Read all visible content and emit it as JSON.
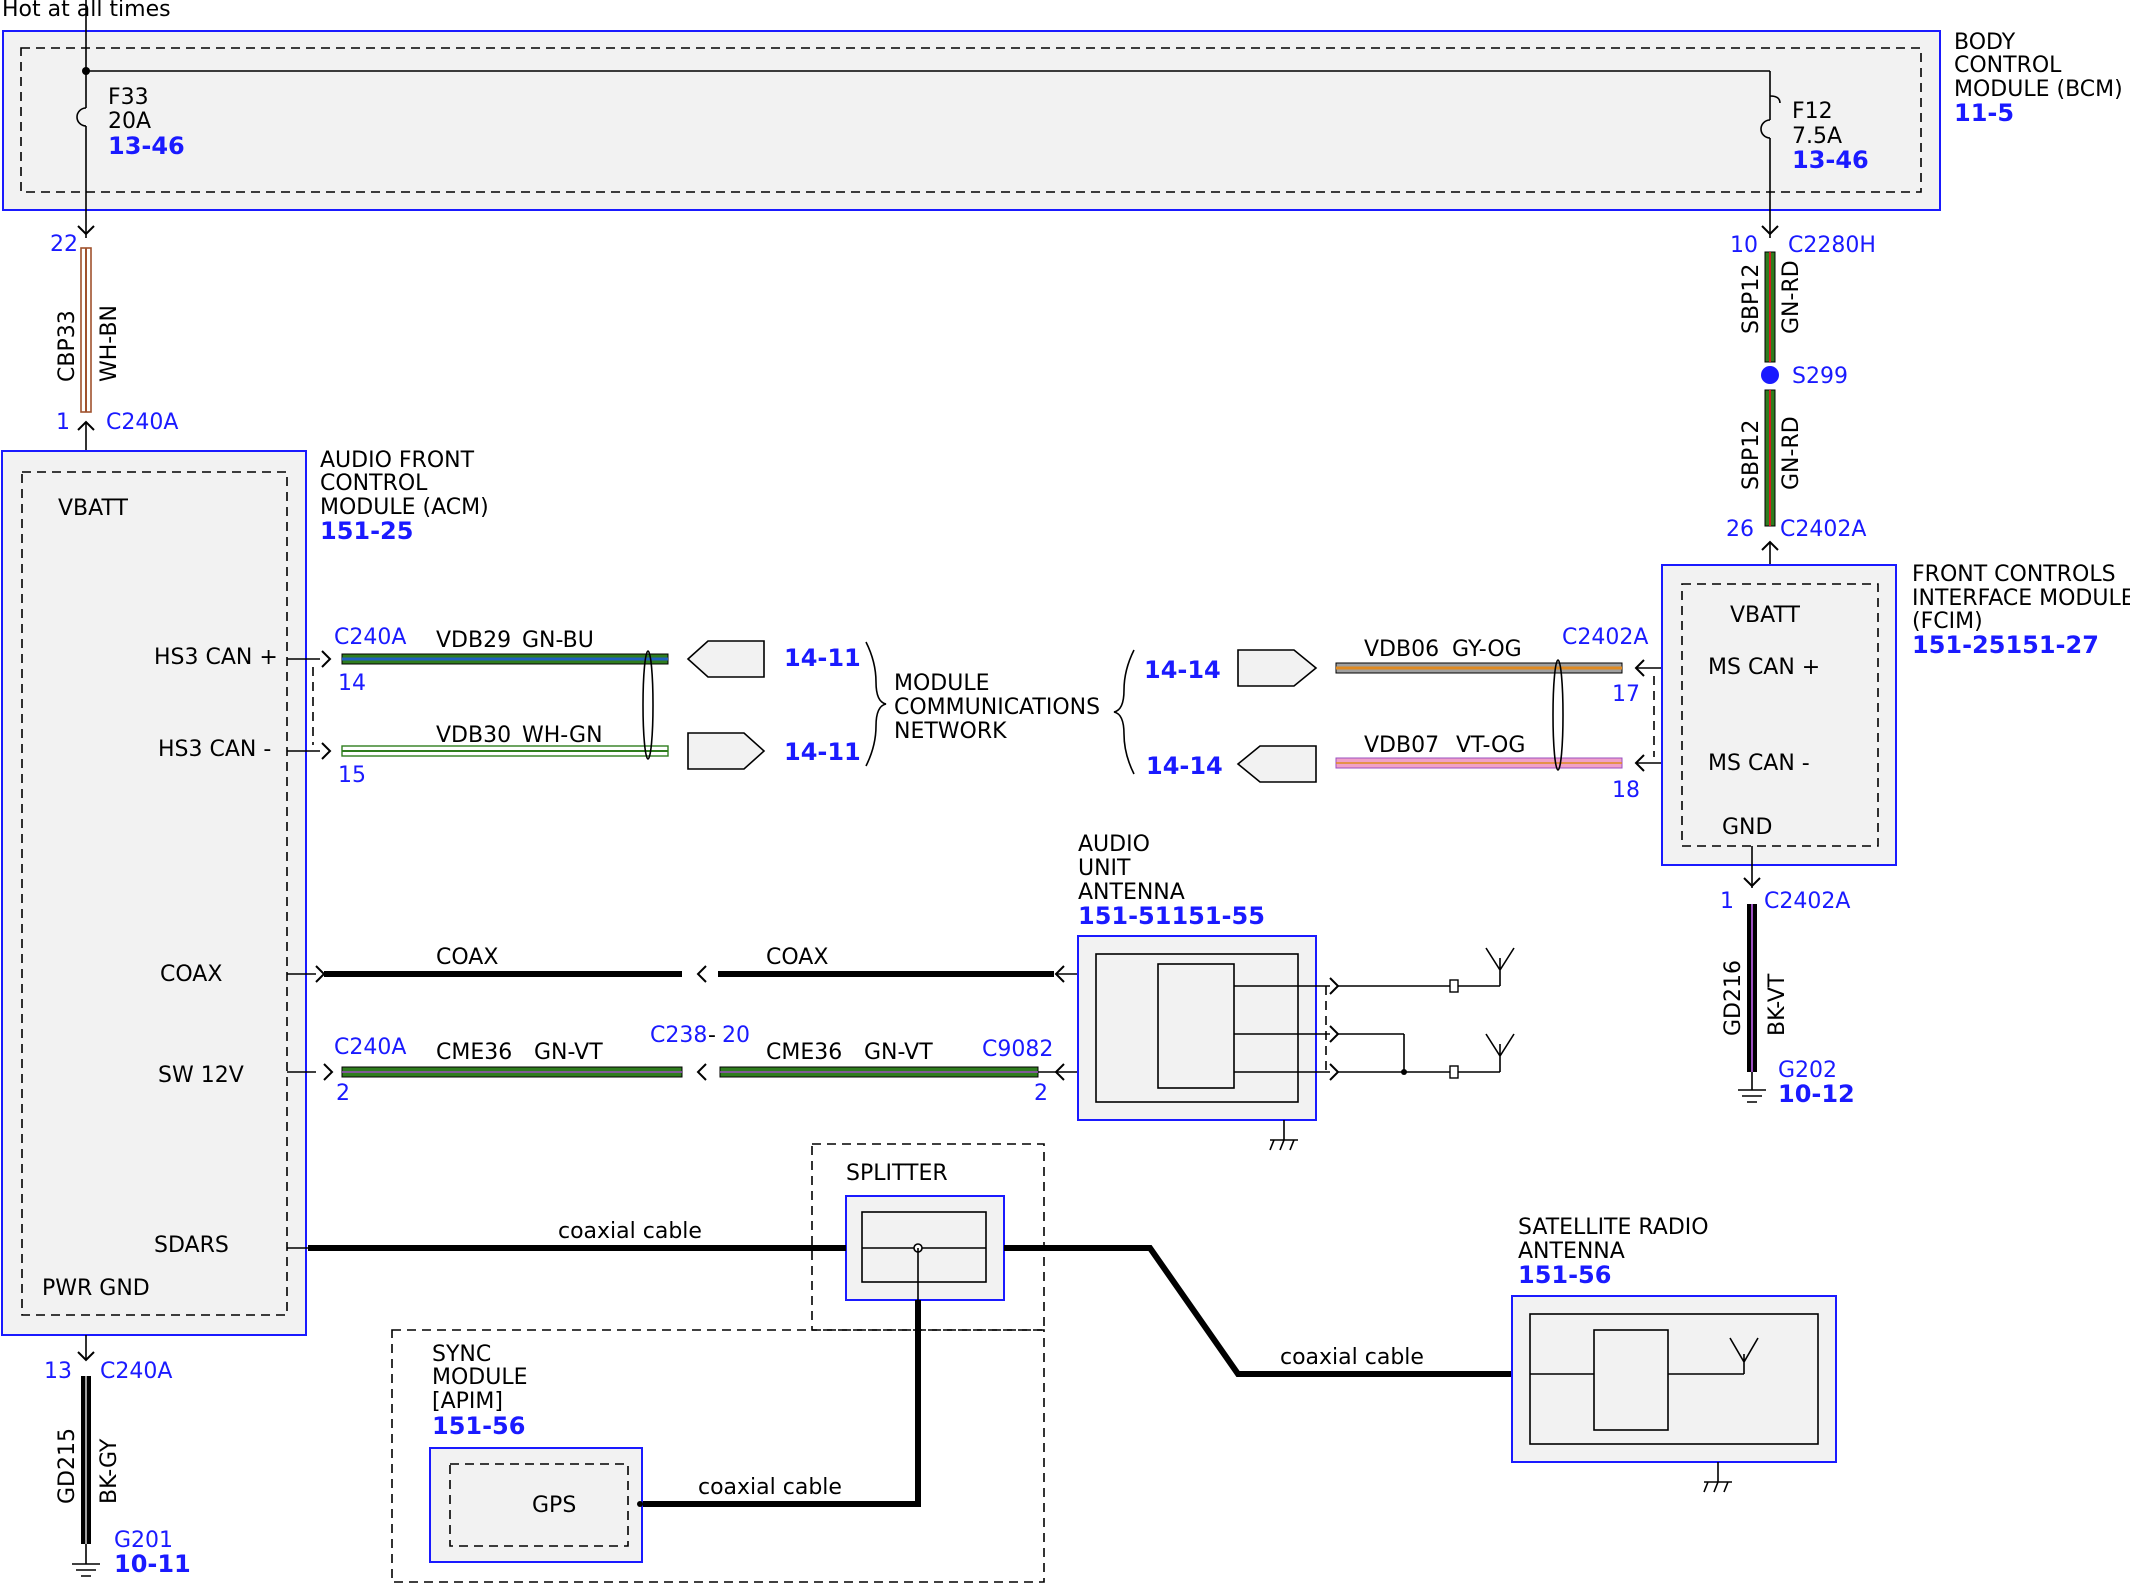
{
  "header": {
    "hot_label": "Hot at all times"
  },
  "bcm": {
    "title_lines": [
      "BODY",
      "CONTROL",
      "MODULE (BCM)"
    ],
    "ref": "11-5",
    "fuse_f33": {
      "name": "F33",
      "rating": "20A",
      "ref": "13-46"
    },
    "fuse_f12": {
      "name": "F12",
      "rating": "7.5A",
      "ref": "13-46"
    }
  },
  "acm": {
    "title_lines": [
      "AUDIO FRONT",
      "CONTROL",
      "MODULE (ACM)"
    ],
    "ref": "151-25",
    "pins": {
      "vbatt": "VBATT",
      "hs3_can_plus": "HS3 CAN +",
      "hs3_can_minus": "HS3 CAN -",
      "coax": "COAX",
      "sw12v": "SW 12V",
      "sdars": "SDARS",
      "pwr_gnd": "PWR GND"
    }
  },
  "fcim": {
    "title_lines": [
      "FRONT CONTROLS",
      "INTERFACE MODULE",
      "(FCIM)"
    ],
    "ref": "151-25151-27",
    "pins": {
      "vbatt": "VBATT",
      "ms_can_plus": "MS CAN +",
      "ms_can_minus": "MS CAN -",
      "gnd": "GND"
    }
  },
  "wires": {
    "cbp33": {
      "circuit": "CBP33",
      "color": "WH-BN",
      "pin_top": "22",
      "pin_bottom": "1",
      "connector": "C240A"
    },
    "sbp12_upper": {
      "circuit": "SBP12",
      "color": "GN-RD",
      "pin": "10",
      "connector": "C2280H"
    },
    "splice": "S299",
    "sbp12_lower": {
      "circuit": "SBP12",
      "color": "GN-RD",
      "pin": "26",
      "connector": "C2402A"
    },
    "vdb29": {
      "circuit": "VDB29",
      "color": "GN-BU",
      "pin": "14",
      "connector": "C240A",
      "ref": "14-11"
    },
    "vdb30": {
      "circuit": "VDB30",
      "color": "WH-GN",
      "pin": "15",
      "ref": "14-11"
    },
    "vdb06": {
      "circuit": "VDB06",
      "color": "GY-OG",
      "pin": "17",
      "connector": "C2402A",
      "ref": "14-14"
    },
    "vdb07": {
      "circuit": "VDB07",
      "color": "VT-OG",
      "pin": "18",
      "ref": "14-14"
    },
    "coax_left": "COAX",
    "coax_right": "COAX",
    "cme36_left": {
      "circuit": "CME36",
      "color": "GN-VT",
      "pin": "2",
      "connector": "C240A"
    },
    "c238": {
      "connector": "C238",
      "pin": "20"
    },
    "cme36_right": {
      "circuit": "CME36",
      "color": "GN-VT",
      "pin": "2",
      "connector": "C9082"
    },
    "gd216": {
      "circuit": "GD216",
      "color": "BK-VT",
      "pin": "1",
      "connector": "C2402A",
      "ground": "G202",
      "ground_ref": "10-12"
    },
    "gd215": {
      "circuit": "GD215",
      "color": "BK-GY",
      "pin": "13",
      "connector": "C240A",
      "ground": "G201",
      "ground_ref": "10-11"
    },
    "coaxial_1": "coaxial cable",
    "coaxial_2": "coaxial cable",
    "coaxial_3": "coaxial cable"
  },
  "network": {
    "lines": [
      "MODULE",
      "COMMUNICATIONS",
      "NETWORK"
    ]
  },
  "audio_antenna": {
    "title_lines": [
      "AUDIO",
      "UNIT",
      "ANTENNA"
    ],
    "ref": "151-51151-55"
  },
  "splitter": {
    "label": "SPLITTER"
  },
  "sync": {
    "title_lines": [
      "SYNC",
      "MODULE",
      "[APIM]"
    ],
    "ref": "151-56",
    "gps": "GPS"
  },
  "satellite": {
    "title_lines": [
      "SATELLITE RADIO",
      "ANTENNA"
    ],
    "ref": "151-56"
  },
  "colors": {
    "module_fill": "#f2f2f2",
    "module_border": "#1a1aff",
    "ref_text": "#1a1aff",
    "wire_green": "#2f7d1e",
    "wire_blue": "#1f5fbf",
    "wire_white": "#ffffff",
    "wire_brown": "#a0522d",
    "wire_red": "#d02020",
    "wire_gray": "#a0a0a0",
    "wire_orange": "#e08a20",
    "wire_violet": "#9b4fc0",
    "wire_black": "#000000",
    "splice_dot": "#1a1aff"
  }
}
